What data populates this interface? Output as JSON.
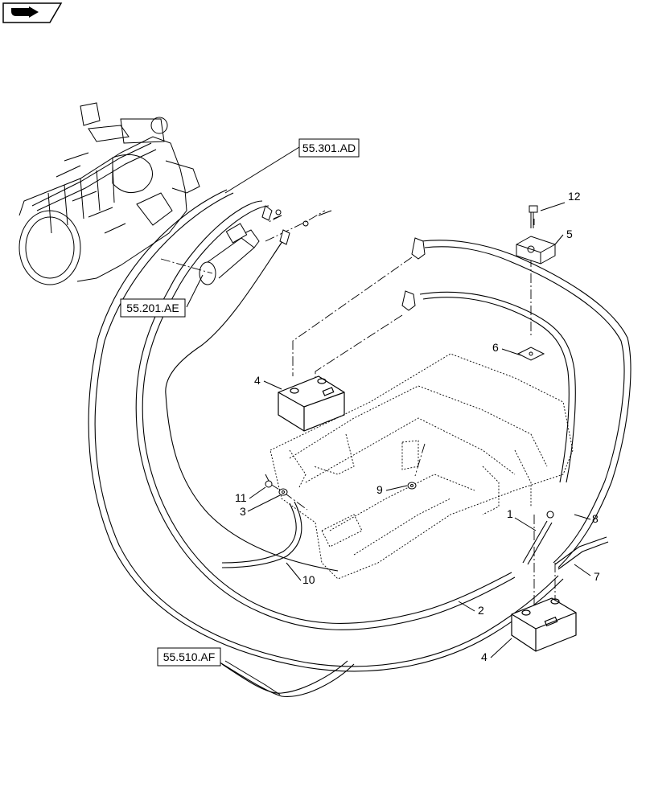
{
  "nav_icon": "section-arrow-icon",
  "refs": {
    "r1": "55.301.AD",
    "r2": "55.201.AE",
    "r3": "55.510.AF"
  },
  "callouts": {
    "c1": "1",
    "c2": "2",
    "c3": "3",
    "c4a": "4",
    "c4b": "4",
    "c5": "5",
    "c6": "6",
    "c7": "7",
    "c8": "8",
    "c9": "9",
    "c10": "10",
    "c11": "11",
    "c12": "12"
  }
}
